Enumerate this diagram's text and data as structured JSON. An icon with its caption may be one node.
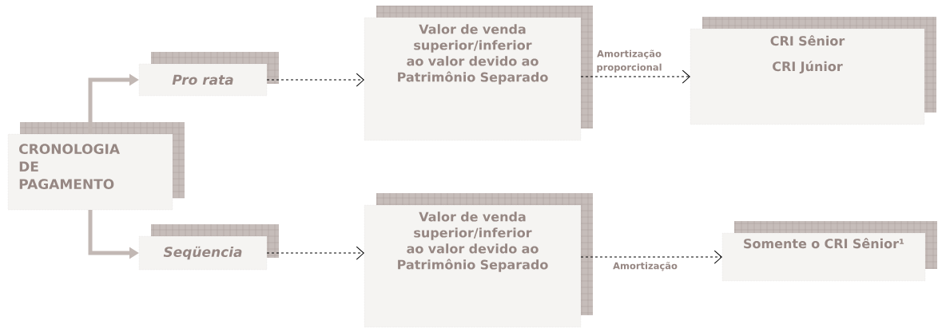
{
  "diagram": {
    "nodes": [
      {
        "text": [
          "CRONOLOGIA DE PAGAMENTO"
        ]
      },
      {
        "text": [
          "Pro rata"
        ]
      },
      {
        "text": [
          "Valor de venda superior/inferior ao valor devido ao Patrimônio Separado"
        ]
      },
      {
        "text": [
          "CRI Sênior",
          "CRI Júnior"
        ]
      },
      {
        "text": [
          "Seqüencia"
        ]
      },
      {
        "text": [
          "Valor de venda superior/inferior ao valor devido ao Patrimônio Separado"
        ]
      },
      {
        "text": [
          "Somente o CRI Sênior¹"
        ]
      }
    ],
    "edges": [
      {
        "from": 0,
        "to": 1,
        "arrow": "to",
        "style": "thick",
        "color": "#c2b8b4"
      },
      {
        "from": 0,
        "to": 4,
        "arrow": "to",
        "style": "thick",
        "color": "#c2b8b4"
      },
      {
        "from": 1,
        "to": 2,
        "arrow": "to",
        "style": "dashed"
      },
      {
        "from": 4,
        "to": 5,
        "arrow": "to",
        "style": "dashed"
      },
      {
        "from": 2,
        "to": 3,
        "arrow": "to",
        "style": "dashed",
        "label": "Amortização proporcional"
      },
      {
        "from": 5,
        "to": 6,
        "arrow": "to",
        "style": "dashed",
        "label": "Amortização"
      }
    ]
  }
}
